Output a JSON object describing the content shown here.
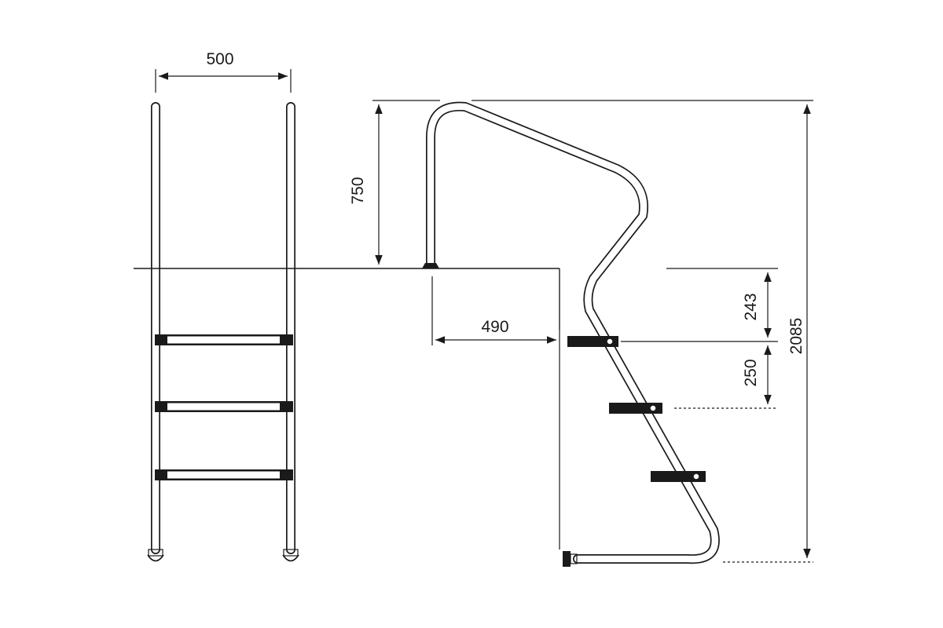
{
  "dimensions": {
    "width_top": "500",
    "rail_height": "750",
    "depth_reach": "490",
    "first_step": "243",
    "step_spacing": "250",
    "total_height": "2085"
  },
  "colors": {
    "ink": "#1a1a1a",
    "background": "#ffffff"
  }
}
